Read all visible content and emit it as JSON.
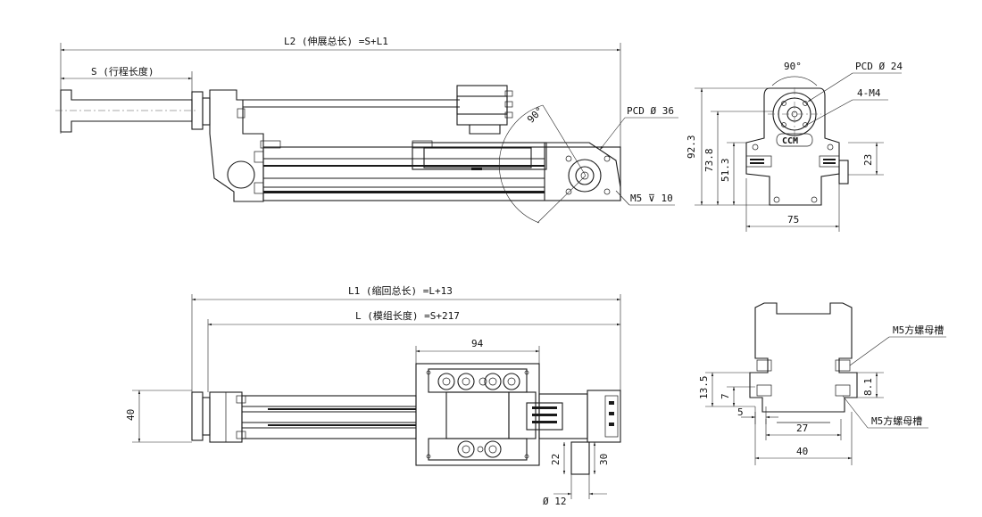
{
  "side_view_extended": {
    "label_l2": "L2 (伸展总长) =S+L1",
    "label_s": "S (行程长度)",
    "label_angle": "90°",
    "label_pcd": "PCD Ø 36",
    "label_m5": "M5 ⊽ 10"
  },
  "end_view": {
    "label_angle": "90°",
    "label_pcd": "PCD Ø 24",
    "label_holes": "4-M4",
    "label_h1": "92.3",
    "label_h2": "73.8",
    "label_h3": "51.3",
    "label_h4": "23",
    "label_w": "75",
    "logo_text": "CCM"
  },
  "top_view": {
    "label_l1": "L1 (缩回总长) =L+13",
    "label_l": "L (模组长度) =S+217",
    "label_94": "94",
    "label_40": "40",
    "label_22": "22",
    "label_30": "30",
    "label_d12": "Ø 12"
  },
  "profile_view": {
    "label_slot_top": "M5方螺母槽",
    "label_slot_bottom": "M5方螺母槽",
    "label_135": "13.5",
    "label_7": "7",
    "label_5": "5",
    "label_27": "27",
    "label_81": "8.1",
    "label_40": "40"
  }
}
